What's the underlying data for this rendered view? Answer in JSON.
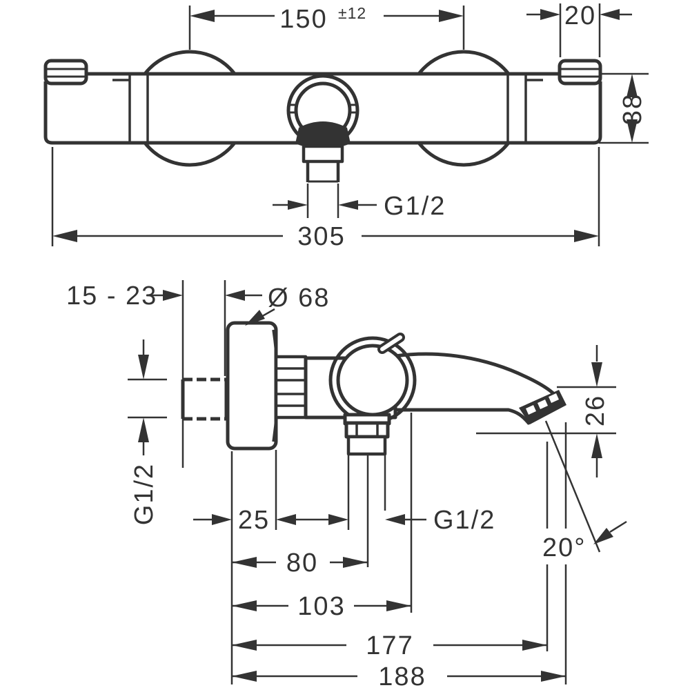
{
  "drawing": {
    "type": "technical-dimension-drawing",
    "subject": "wall-mounted thermostatic bath mixer, two views with dimensions in mm",
    "colors": {
      "line": "#333333",
      "background": "#ffffff"
    },
    "front_view": {
      "center_distance": "150",
      "tolerance": "±12",
      "handle_width": "20",
      "body_height": "38",
      "hose_thread": "G1/2",
      "overall_width": "305"
    },
    "side_view": {
      "mount_depth_range": "15 - 23",
      "escutcheon_diameter": "Ø 68",
      "wall_thread": "G1/2",
      "escutcheon_depth": "25",
      "outlet_thread": "G1/2",
      "outlet_offset": "80",
      "reach_103": "103",
      "reach_177": "177",
      "reach_188": "188",
      "spout_drop": "26",
      "spout_angle": "20°"
    }
  }
}
